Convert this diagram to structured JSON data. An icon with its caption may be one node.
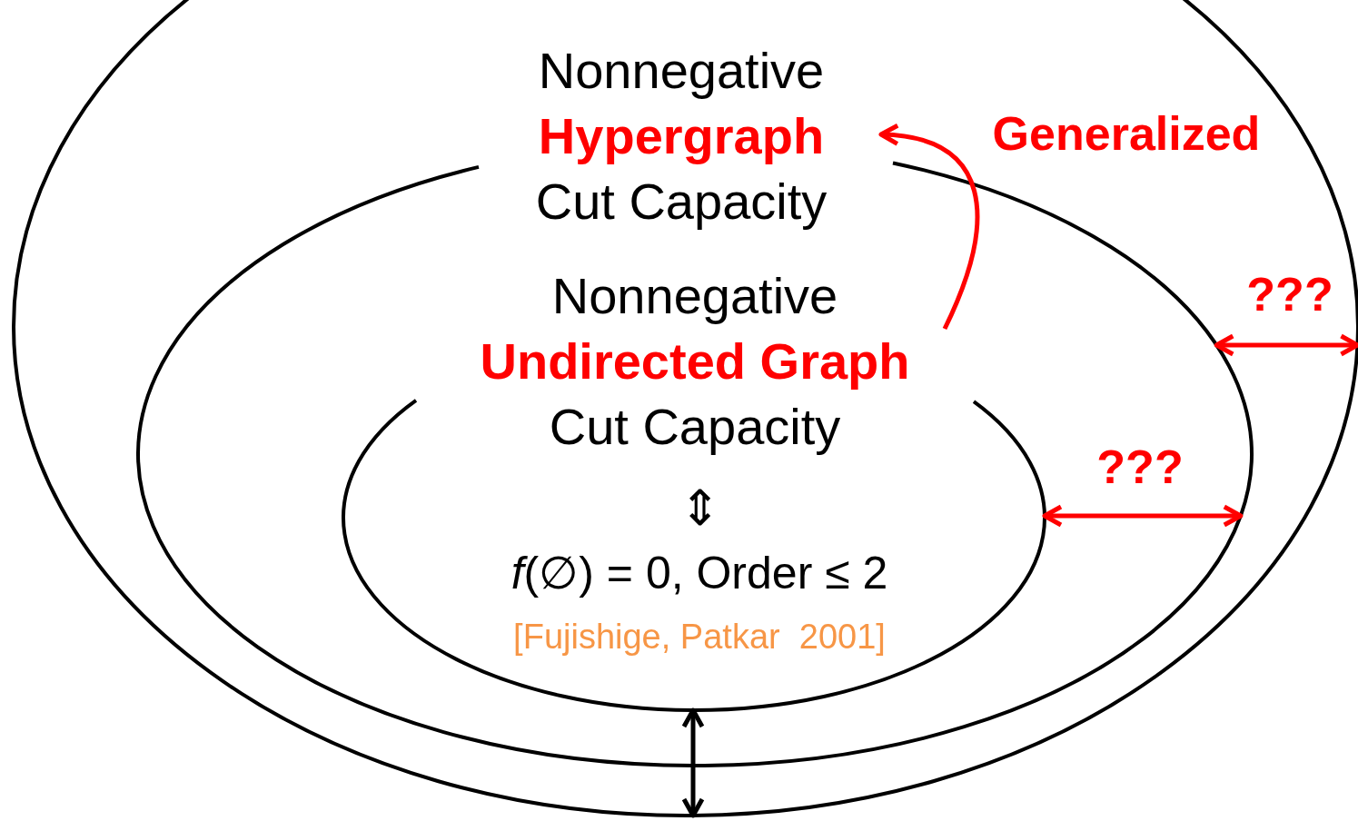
{
  "diagram": {
    "nodes": [
      {
        "text": [],
        "shape": "ellipse"
      },
      {
        "text": [],
        "shape": "ellipse",
        "in": 0
      },
      {
        "text": [],
        "shape": "ellipse",
        "in": 1
      },
      {
        "text": [
          "Nonnegative",
          "Hypergraph",
          "Cut Capacity"
        ],
        "in": 0
      },
      {
        "text": [
          "Nonnegative",
          "Undirected Graph",
          "Cut Capacity"
        ],
        "in": 1
      },
      {
        "text": [
          "⇕",
          "*f*(∅) = 0, Order ≤ 2",
          "[Fujishige, Patkar  2001]"
        ],
        "in": 2
      }
    ],
    "edges": [
      {
        "from": 4,
        "to": 3,
        "arrow": "to",
        "label": "Generalized",
        "color": "#ff0000"
      },
      {
        "from": 1,
        "to": 0,
        "arrow": "both",
        "label": "???",
        "color": "#ff0000"
      },
      {
        "from": 2,
        "to": 1,
        "arrow": "both",
        "label": "???",
        "color": "#ff0000"
      },
      {
        "from": 2,
        "to": 0,
        "arrow": "both",
        "color": "#000000"
      }
    ]
  }
}
